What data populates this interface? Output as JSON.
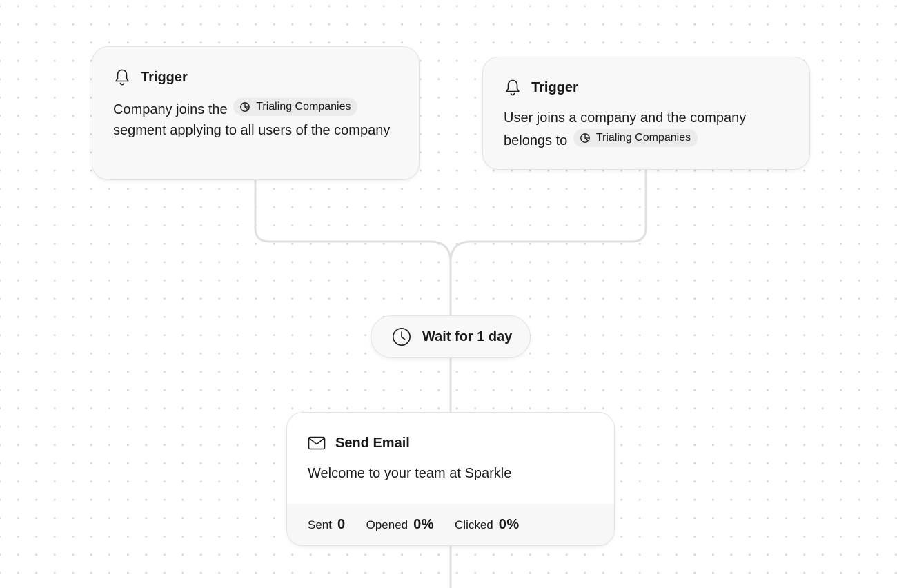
{
  "triggers": [
    {
      "title": "Trigger",
      "icon": "bell-icon",
      "text_before": "Company joins the",
      "segment": "Trialing Companies",
      "text_after": "segment applying to all users of the company"
    },
    {
      "title": "Trigger",
      "icon": "bell-icon",
      "text_before": "User joins a company and the company belongs to",
      "segment": "Trialing Companies",
      "text_after": ""
    }
  ],
  "wait": {
    "icon": "clock-icon",
    "label": "Wait for 1 day"
  },
  "email": {
    "icon": "mail-icon",
    "title": "Send Email",
    "subject": "Welcome to your team at Sparkle",
    "stats": [
      {
        "label": "Sent",
        "value": "0"
      },
      {
        "label": "Opened",
        "value": "0%"
      },
      {
        "label": "Clicked",
        "value": "0%"
      }
    ]
  },
  "colors": {
    "connector": "#e0e0e0",
    "node_background": "#f8f8f8",
    "chip_background": "#ebebeb",
    "text": "#1a1a1a"
  }
}
